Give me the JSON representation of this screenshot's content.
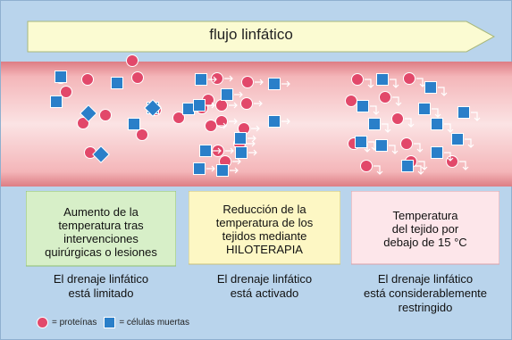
{
  "flow": {
    "label": "flujo linfático"
  },
  "panels": [
    {
      "text": "Aumento de la\ntemperatura tras\nintervenciones\nquirúrgicas o lesiones",
      "note": "El drenaje linfático\nestá limitado",
      "color": "#d7efc8"
    },
    {
      "text": "Reducción de la\ntemperatura de los\ntejidos mediante\nHILOTERAPIA",
      "note": "El drenaje linfático\nestá activado",
      "color": "#fdf7c4"
    },
    {
      "text": "Temperatura\ndel tejido por\ndebajo de 15 °C",
      "note": "El drenaje linfático\nestá considerablemente\nrestringido",
      "color": "#fde6ea"
    }
  ],
  "legend": {
    "protein_label": "= proteínas",
    "dead_cells_label": "= células muertas"
  },
  "colors": {
    "background": "#b9d4ec",
    "protein": "#e2486a",
    "dead_cell": "#2a7fc9",
    "vessel": "#f3b4b7",
    "arrow_fill": "#fbfbd2"
  }
}
